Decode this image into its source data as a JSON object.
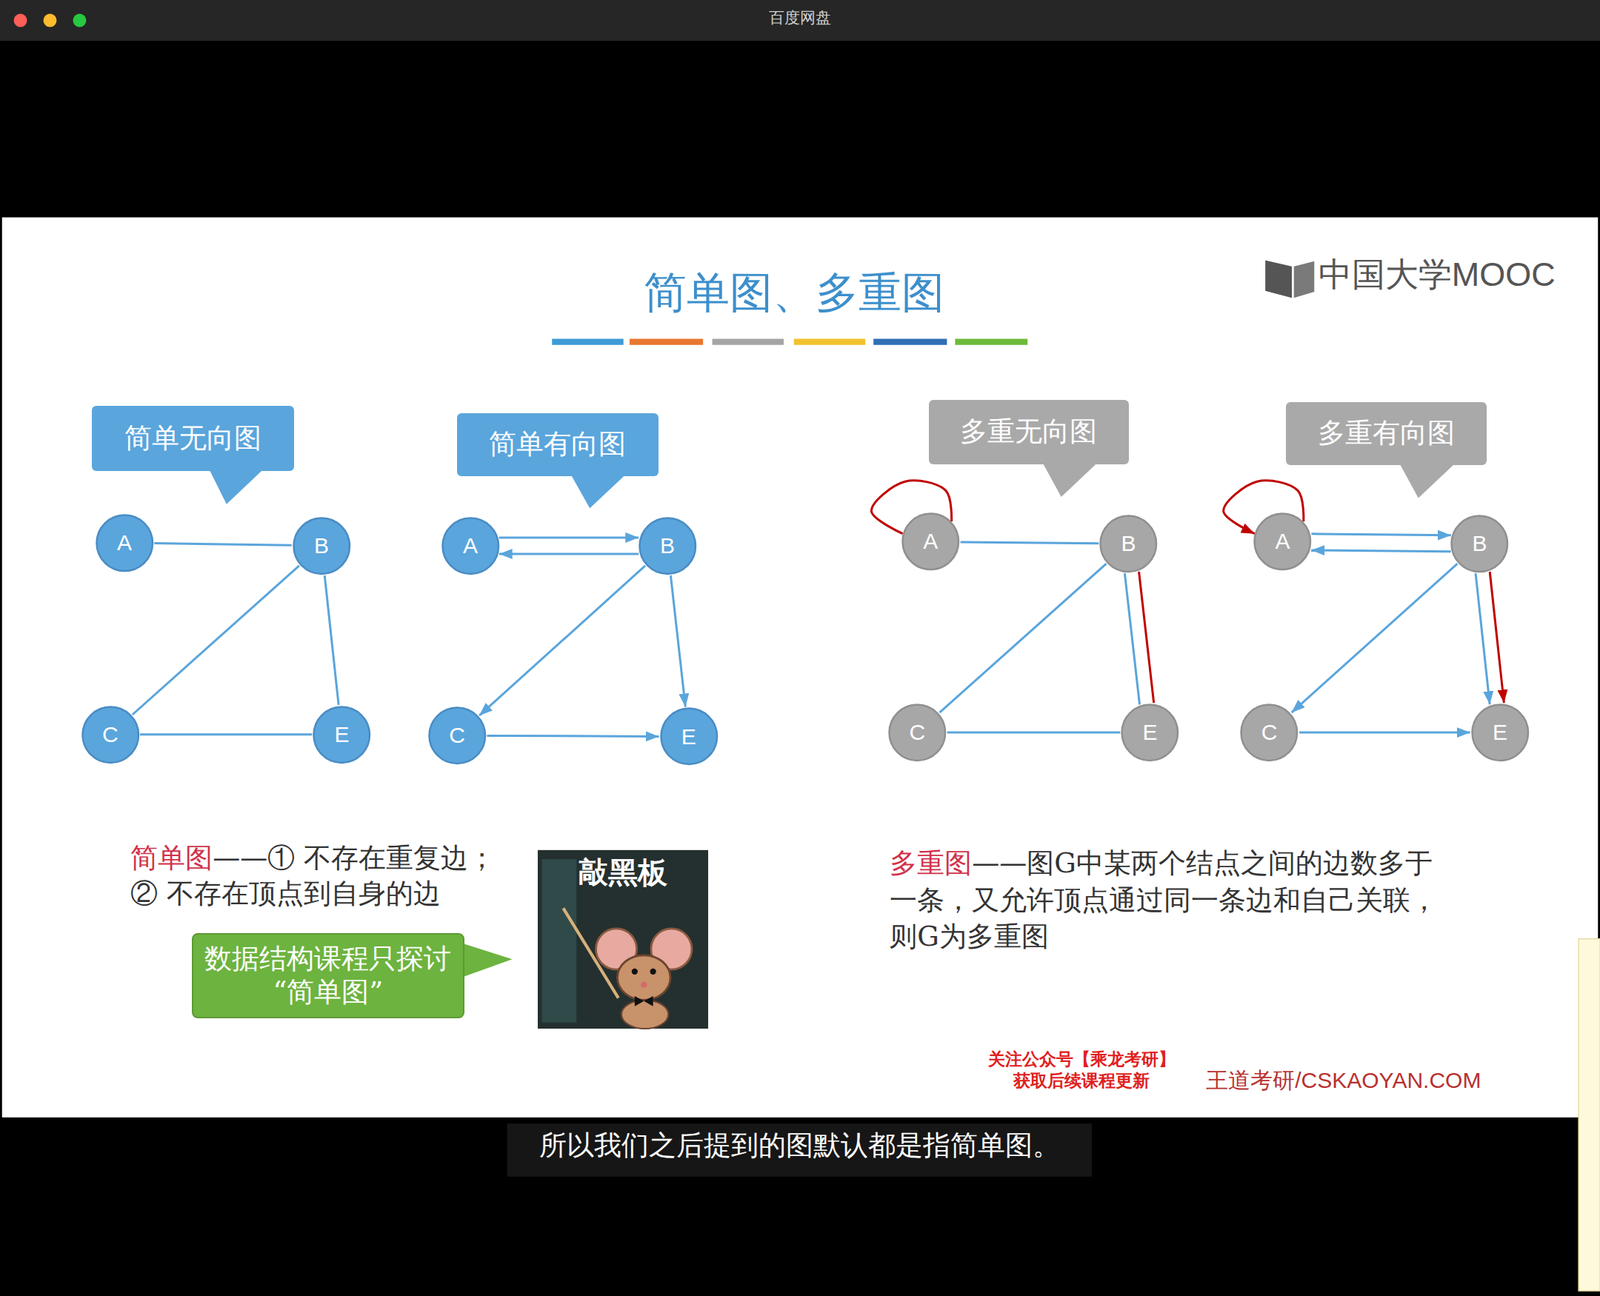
{
  "diagram": {
    "title": "简单图、多重图",
    "nodes": [
      {
        "text": [
          "简单无向图"
        ]
      },
      {
        "text": [
          "简单有向图"
        ]
      },
      {
        "text": [
          "多重无向图"
        ]
      },
      {
        "text": [
          "多重有向图"
        ]
      },
      {
        "text": [
          "A"
        ]
      },
      {
        "text": [
          "B"
        ]
      },
      {
        "text": [
          "C"
        ]
      },
      {
        "text": [
          "E"
        ]
      },
      {
        "text": [
          "A"
        ]
      },
      {
        "text": [
          "B"
        ]
      },
      {
        "text": [
          "C"
        ]
      },
      {
        "text": [
          "E"
        ]
      },
      {
        "text": [
          "A"
        ]
      },
      {
        "text": [
          "B"
        ]
      },
      {
        "text": [
          "C"
        ]
      },
      {
        "text": [
          "E"
        ]
      },
      {
        "text": [
          "A"
        ]
      },
      {
        "text": [
          "B"
        ]
      },
      {
        "text": [
          "C"
        ]
      },
      {
        "text": [
          "E"
        ]
      },
      {
        "text": [
          "数据结构课程只探讨“简单图”"
        ]
      }
    ],
    "edges": [
      {
        "from": 4,
        "to": 5,
        "arrow": "none"
      },
      {
        "from": 5,
        "to": 6,
        "arrow": "none"
      },
      {
        "from": 5,
        "to": 7,
        "arrow": "none"
      },
      {
        "from": 6,
        "to": 7,
        "arrow": "none"
      },
      {
        "from": 8,
        "to": 9,
        "arrow": "to"
      },
      {
        "from": 9,
        "to": 8,
        "arrow": "to"
      },
      {
        "from": 9,
        "to": 10,
        "arrow": "to"
      },
      {
        "from": 9,
        "to": 11,
        "arrow": "to"
      },
      {
        "from": 10,
        "to": 11,
        "arrow": "to"
      },
      {
        "from": 12,
        "to": 12,
        "arrow": "none"
      },
      {
        "from": 12,
        "to": 13,
        "arrow": "none"
      },
      {
        "from": 13,
        "to": 14,
        "arrow": "none"
      },
      {
        "from": 13,
        "to": 15,
        "arrow": "none"
      },
      {
        "from": 13,
        "to": 15,
        "arrow": "none"
      },
      {
        "from": 14,
        "to": 15,
        "arrow": "none"
      },
      {
        "from": 16,
        "to": 16,
        "arrow": "to"
      },
      {
        "from": 16,
        "to": 17,
        "arrow": "to"
      },
      {
        "from": 17,
        "to": 16,
        "arrow": "to"
      },
      {
        "from": 17,
        "to": 18,
        "arrow": "to"
      },
      {
        "from": 17,
        "to": 19,
        "arrow": "to"
      },
      {
        "from": 17,
        "to": 19,
        "arrow": "to"
      },
      {
        "from": 18,
        "to": 19,
        "arrow": "to"
      }
    ],
    "labels": [
      "百度网盘",
      "中国大学MOOC",
      "简单图",
      "——① 不存在重复边； ② 不存在顶点到自身的边",
      "敲黑板",
      "多重图",
      "——图G中某两个结点之间的边数多于一条，又允许顶点通过同一条边和自己关联，则G为多重图",
      "关注公众号【乘龙考研】 获取后续课程更新",
      "王道考研/CSKAOYAN.COM",
      "所以我们之后提到的图默认都是指简单图。"
    ]
  }
}
